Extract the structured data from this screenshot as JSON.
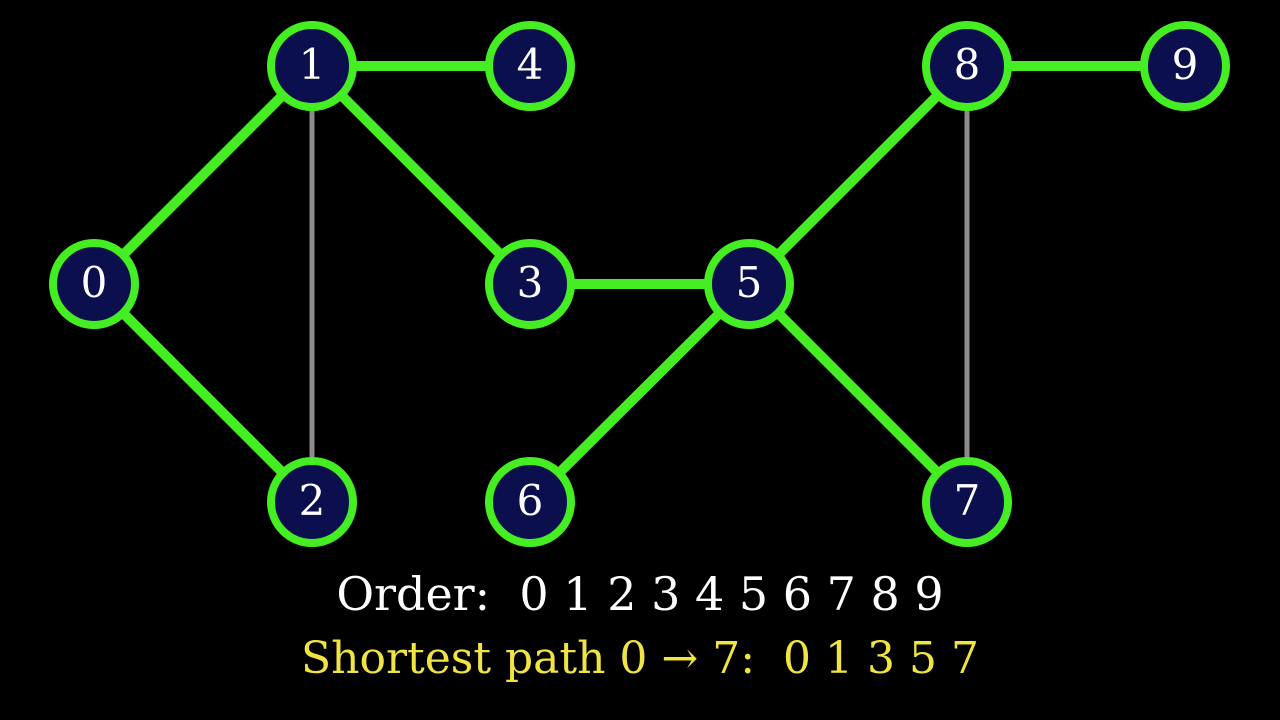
{
  "colors": {
    "background": "#000000",
    "visited_edge": "#44ee22",
    "unvisited_edge": "#8c8c8c",
    "node_fill": "#0b0f4d",
    "node_stroke": "#44ee22",
    "node_label": "#ffffff",
    "order_text": "#ffffff",
    "path_text": "#f0e442"
  },
  "graph": {
    "nodes": [
      {
        "id": "0",
        "label": "0"
      },
      {
        "id": "1",
        "label": "1"
      },
      {
        "id": "2",
        "label": "2"
      },
      {
        "id": "3",
        "label": "3"
      },
      {
        "id": "4",
        "label": "4"
      },
      {
        "id": "5",
        "label": "5"
      },
      {
        "id": "6",
        "label": "6"
      },
      {
        "id": "7",
        "label": "7"
      },
      {
        "id": "8",
        "label": "8"
      },
      {
        "id": "9",
        "label": "9"
      }
    ],
    "edges": [
      {
        "from": "0",
        "to": "1",
        "state": "visited"
      },
      {
        "from": "0",
        "to": "2",
        "state": "visited"
      },
      {
        "from": "1",
        "to": "2",
        "state": "unvisited"
      },
      {
        "from": "1",
        "to": "3",
        "state": "visited"
      },
      {
        "from": "1",
        "to": "4",
        "state": "visited"
      },
      {
        "from": "3",
        "to": "5",
        "state": "visited"
      },
      {
        "from": "5",
        "to": "6",
        "state": "visited"
      },
      {
        "from": "5",
        "to": "7",
        "state": "visited"
      },
      {
        "from": "5",
        "to": "8",
        "state": "visited"
      },
      {
        "from": "8",
        "to": "7",
        "state": "unvisited"
      },
      {
        "from": "8",
        "to": "9",
        "state": "visited"
      }
    ]
  },
  "order": {
    "label": "Order:",
    "sequence": "0 1 2 3 4 5 6 7 8 9"
  },
  "shortest_path": {
    "label": "Shortest path 0 → 7:",
    "sequence": "0 1 3 5 7"
  }
}
